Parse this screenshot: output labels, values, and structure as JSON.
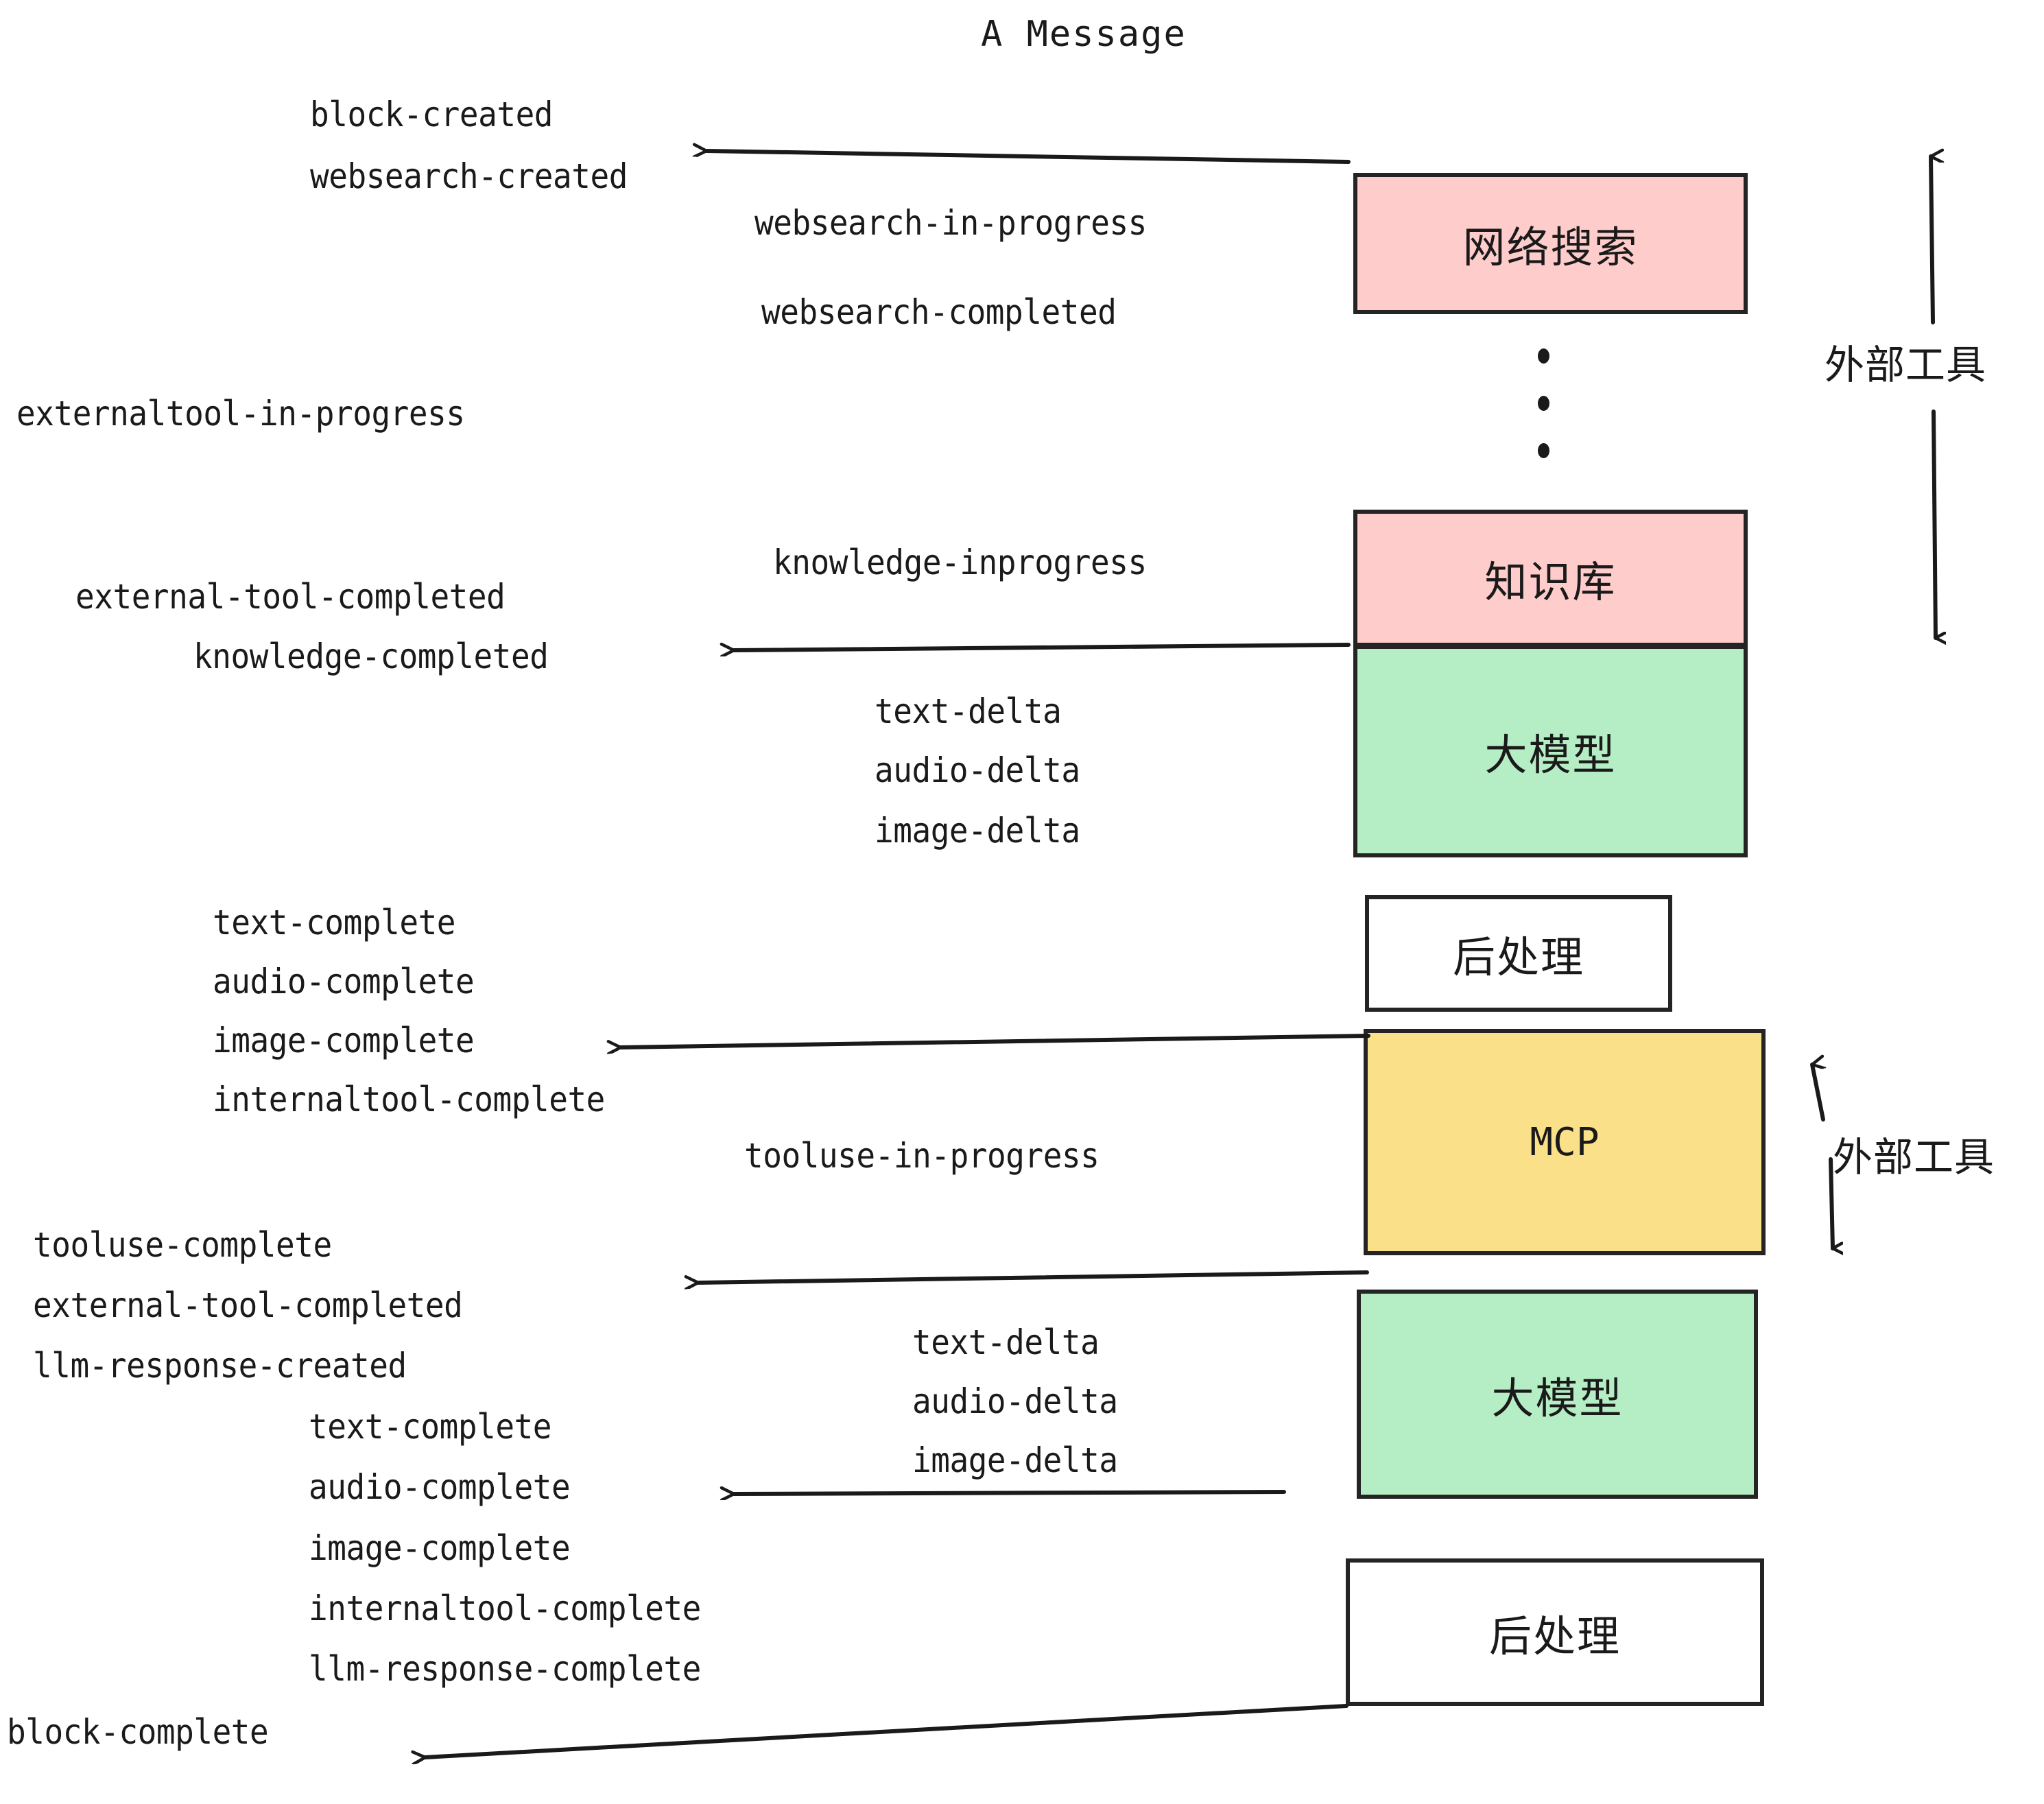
{
  "title": "A Message",
  "colors": {
    "pink": "#FFCCCC",
    "green": "#B5EEC4",
    "yellow": "#FBE08A",
    "white": "#FFFFFF",
    "stroke": "#242424",
    "text": "#1A1A1A",
    "background": "#FFFFFF"
  },
  "nodes": [
    {
      "id": "websearch",
      "label": "网络搜索",
      "fill": "pink"
    },
    {
      "id": "knowledge",
      "label": "知识库",
      "fill": "pink"
    },
    {
      "id": "llm-1",
      "label": "大模型",
      "fill": "green"
    },
    {
      "id": "postproc-1",
      "label": "后处理",
      "fill": "white"
    },
    {
      "id": "mcp",
      "label": "MCP",
      "fill": "yellow"
    },
    {
      "id": "llm-2",
      "label": "大模型",
      "fill": "green"
    },
    {
      "id": "postproc-2",
      "label": "后处理",
      "fill": "white"
    }
  ],
  "side_labels": [
    {
      "id": "external-tools-top",
      "label": "外部工具"
    },
    {
      "id": "external-tools-bottom",
      "label": "外部工具"
    }
  ],
  "events": [
    {
      "id": "block-created",
      "label": "block-created"
    },
    {
      "id": "websearch-created",
      "label": "websearch-created"
    },
    {
      "id": "websearch-in-progress",
      "label": "websearch-in-progress"
    },
    {
      "id": "websearch-completed",
      "label": "websearch-completed"
    },
    {
      "id": "externaltool-in-progress",
      "label": "externaltool-in-progress"
    },
    {
      "id": "knowledge-inprogress",
      "label": "knowledge-inprogress"
    },
    {
      "id": "external-tool-completed-1",
      "label": "external-tool-completed"
    },
    {
      "id": "knowledge-completed",
      "label": "knowledge-completed"
    },
    {
      "id": "text-delta-1",
      "label": "text-delta"
    },
    {
      "id": "audio-delta-1",
      "label": "audio-delta"
    },
    {
      "id": "image-delta-1",
      "label": "image-delta"
    },
    {
      "id": "text-complete-1",
      "label": "text-complete"
    },
    {
      "id": "audio-complete-1",
      "label": "audio-complete"
    },
    {
      "id": "image-complete-1",
      "label": "image-complete"
    },
    {
      "id": "internaltool-complete-1",
      "label": "internaltool-complete"
    },
    {
      "id": "tooluse-in-progress",
      "label": "tooluse-in-progress"
    },
    {
      "id": "tooluse-complete",
      "label": "tooluse-complete"
    },
    {
      "id": "external-tool-completed-2",
      "label": "external-tool-completed"
    },
    {
      "id": "llm-response-created",
      "label": "llm-response-created"
    },
    {
      "id": "text-delta-2",
      "label": "text-delta"
    },
    {
      "id": "audio-delta-2",
      "label": "audio-delta"
    },
    {
      "id": "image-delta-2",
      "label": "image-delta"
    },
    {
      "id": "text-complete-2",
      "label": "text-complete"
    },
    {
      "id": "audio-complete-2",
      "label": "audio-complete"
    },
    {
      "id": "image-complete-2",
      "label": "image-complete"
    },
    {
      "id": "internaltool-complete-2",
      "label": "internaltool-complete"
    },
    {
      "id": "llm-response-complete",
      "label": "llm-response-complete"
    },
    {
      "id": "block-complete",
      "label": "block-complete"
    }
  ],
  "ellipsis": {
    "id": "vertical-ellipsis",
    "dot_count": 3
  }
}
